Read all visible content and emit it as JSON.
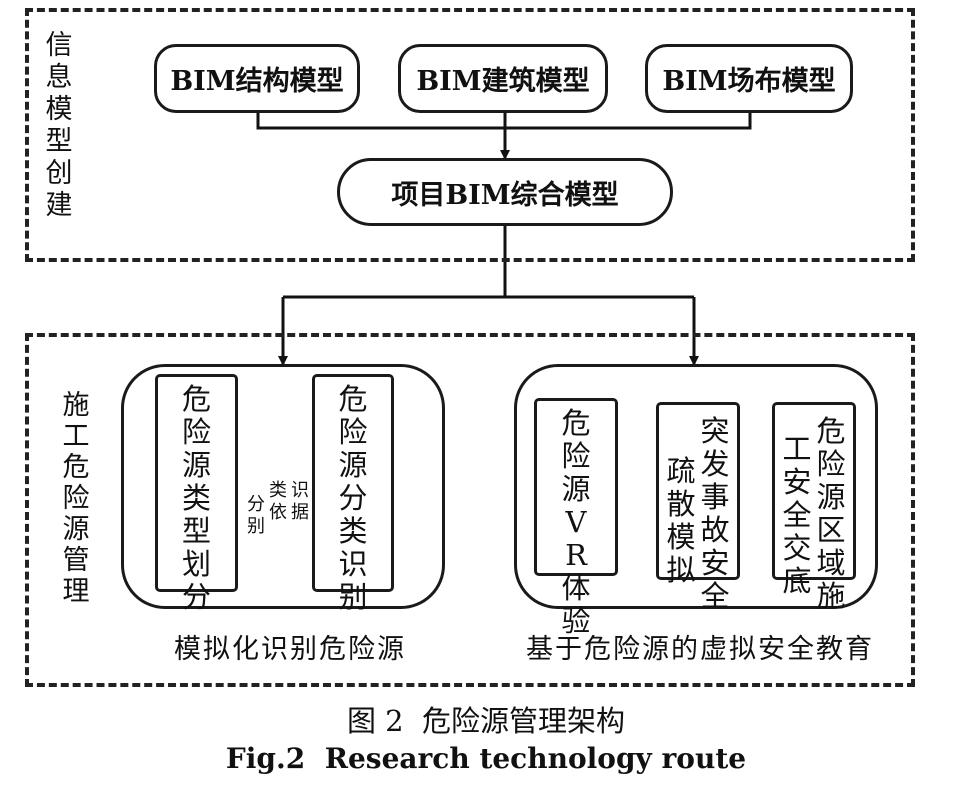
{
  "section_top": {
    "label": "信息模型创建",
    "models": [
      "BIM结构模型",
      "BIM建筑模型",
      "BIM场布模型"
    ],
    "integrated": "项目BIM综合模型"
  },
  "section_bottom": {
    "label": "施工危险源管理",
    "left_group": {
      "box_a": "危险源类型划分",
      "box_b": "危险源分类识别",
      "link_label_col1": "分别",
      "link_label_col2": "类依",
      "link_label_col3": "识据",
      "caption": "模拟化识别危险源"
    },
    "right_group": {
      "box_a": "危险源VR体验",
      "box_b_col1": "疏散模拟",
      "box_b_col2": "突发事故安全",
      "box_c_col1": "工安全交底",
      "box_c_col2": "危险源区域施",
      "caption": "基于危险源的虚拟安全教育"
    }
  },
  "figure": {
    "caption_cn": "图 2  危险源管理架构",
    "caption_en": "Fig.2  Research technology route"
  }
}
